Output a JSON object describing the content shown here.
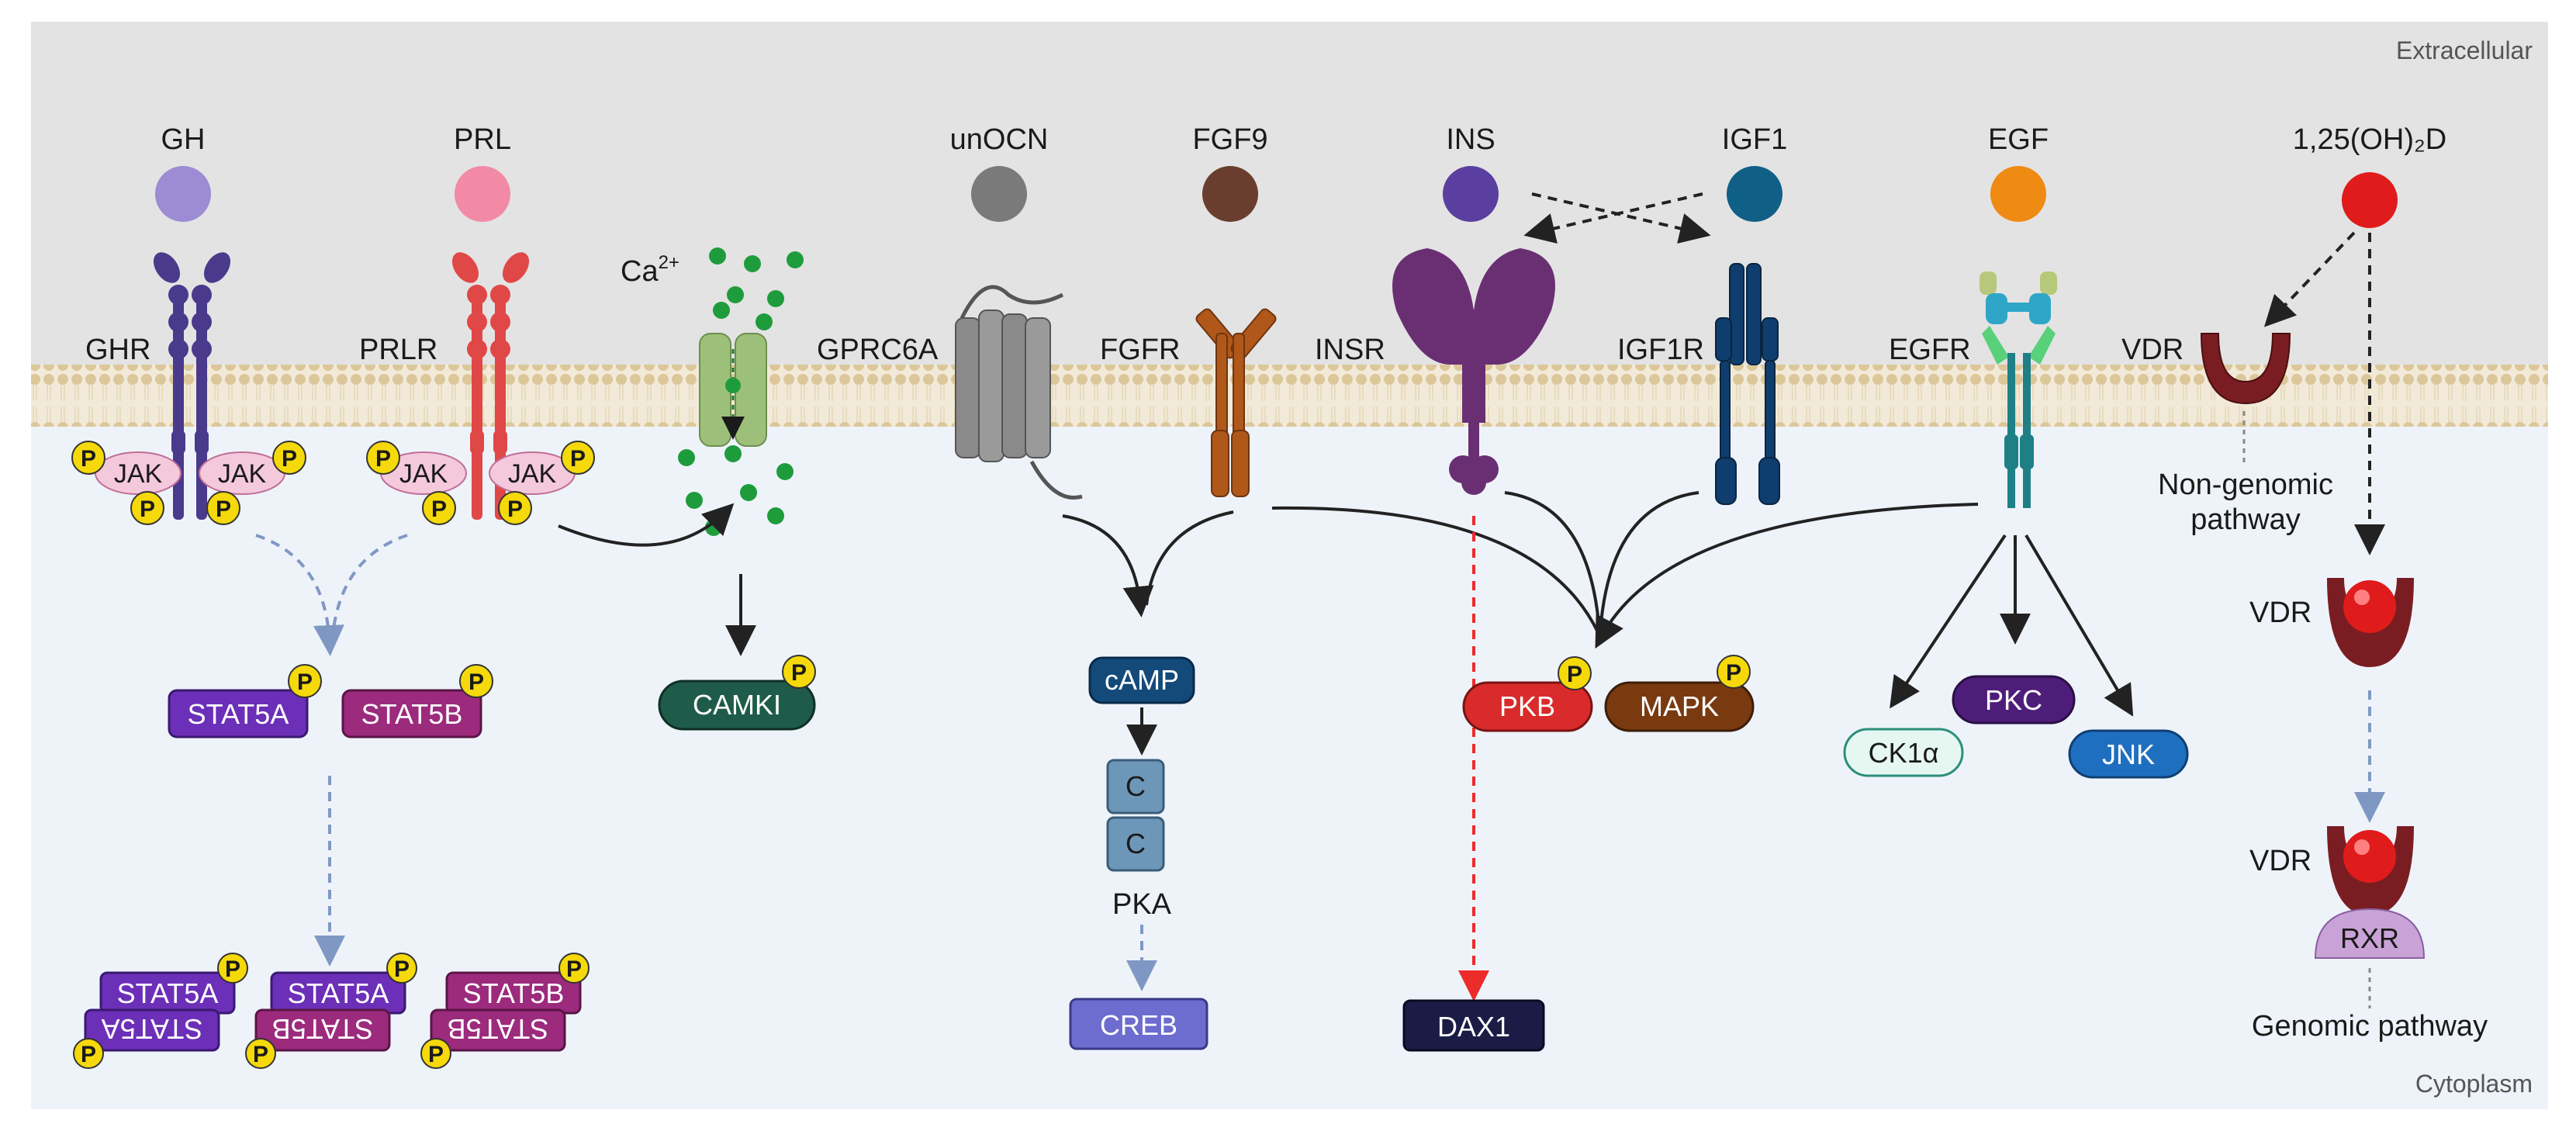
{
  "regions": {
    "extracellular": "Extracellular",
    "cytoplasm": "Cytoplasm"
  },
  "ligands": [
    {
      "label": "GH",
      "color": "#9d8bd3"
    },
    {
      "label": "PRL",
      "color": "#f28aa6"
    },
    {
      "label": "unOCN",
      "color": "#7a7a7a"
    },
    {
      "label": "FGF9",
      "color": "#6a3e2e"
    },
    {
      "label": "INS",
      "color": "#5a3fa0"
    },
    {
      "label": "IGF1",
      "color": "#0f5f86"
    },
    {
      "label": "EGF",
      "color": "#ef8a12"
    },
    {
      "label": "1,25(OH)₂D",
      "color": "#e01b1b"
    }
  ],
  "ion": {
    "label": "Ca",
    "superscript": "2+"
  },
  "receptors": [
    "GHR",
    "PRLR",
    "GPRC6A",
    "FGFR",
    "INSR",
    "IGF1R",
    "EGFR",
    "VDR"
  ],
  "jak": "JAK",
  "phospho": "P",
  "signals": {
    "stat5a": "STAT5A",
    "stat5b": "STAT5B",
    "camki": "CAMKI",
    "camp": "cAMP",
    "pka_sub": "C",
    "pka": "PKA",
    "creb": "CREB",
    "pkb": "PKB",
    "mapk": "MAPK",
    "dax1": "DAX1",
    "ck1a": "CK1α",
    "pkc": "PKC",
    "jnk": "JNK",
    "rxr": "RXR"
  },
  "vdr": {
    "label": "VDR",
    "nongenomic": [
      "Non-genomic",
      "pathway"
    ],
    "genomic": "Genomic pathway"
  },
  "colors": {
    "stat5a": "#6c2fb8",
    "stat5b": "#9c2a7d",
    "camki": "#1e5c49",
    "camp": "#134a7a",
    "pka": "#6d97b9",
    "creb": "#6d6ccf",
    "pkb": "#d92b2b",
    "mapk": "#7a3a10",
    "dax1": "#1b1c45",
    "ck1a": "#e6f7f2",
    "pkc": "#4e1d7a",
    "jnk": "#1f6fc0",
    "vdr": "#7a1d22",
    "rxr": "#c9a3d7",
    "phospho": "#f5d90a"
  }
}
